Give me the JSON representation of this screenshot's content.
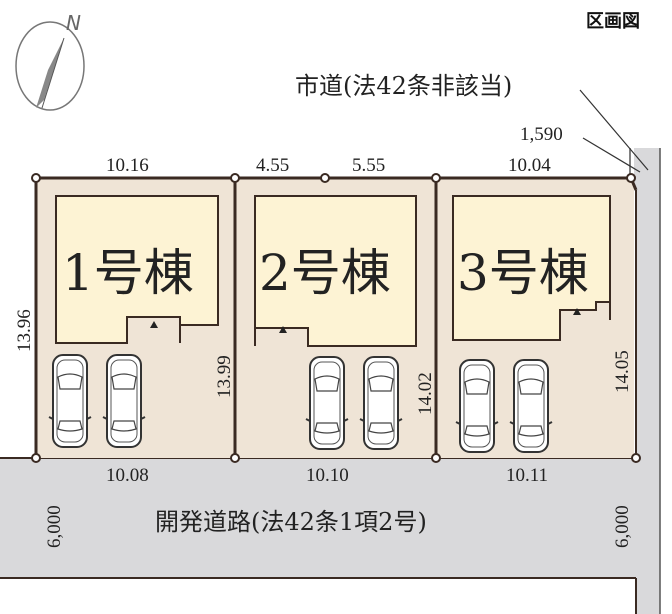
{
  "title": "区画図",
  "compass": {
    "label": "N"
  },
  "roads": {
    "city_road": "市道(法42条非該当)",
    "development_road": "開発道路(法42条1項2号)",
    "city_road_width": "1,590",
    "road_width_left": "6,000",
    "road_width_right": "6,000"
  },
  "lots": [
    {
      "name": "1号棟",
      "top": "10.16",
      "bottom": "10.08",
      "left": "13.96",
      "right": "13.99"
    },
    {
      "name": "2号棟",
      "top_a": "4.55",
      "top_b": "5.55",
      "bottom": "10.10",
      "right": "14.02"
    },
    {
      "name": "3号棟",
      "top": "10.04",
      "bottom": "10.11",
      "right": "14.05"
    }
  ],
  "colors": {
    "lot": "#efe4d6",
    "house": "#fdf3d4",
    "road": "#d9d9db",
    "line": "#3a2a22"
  }
}
